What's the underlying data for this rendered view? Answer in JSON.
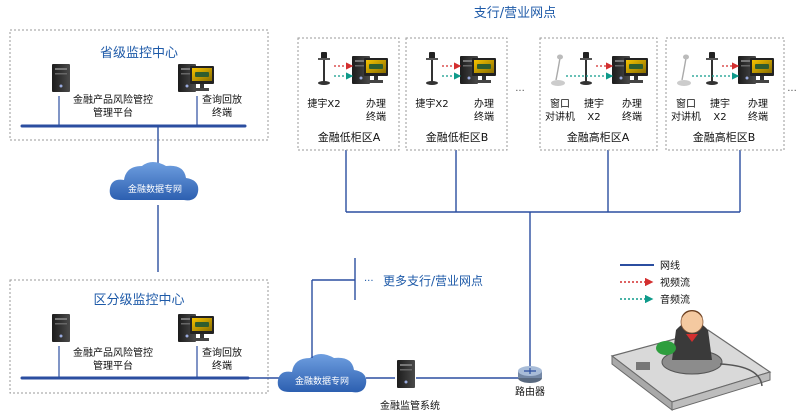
{
  "colors": {
    "title": "#1e5aa8",
    "net_line": "#2b4ea0",
    "video": "#d32f2f",
    "audio": "#0e9a8a",
    "dashed_border": "#9a9a9a",
    "cloud": "#3f76c8"
  },
  "provincial": {
    "title": "省级监控中心",
    "platform_label_1": "金融产品风险管控",
    "platform_label_2": "管理平台",
    "terminal_label_1": "查询回放",
    "terminal_label_2": "终端"
  },
  "district": {
    "title": "区分级监控中心",
    "platform_label_1": "金融产品风险管控",
    "platform_label_2": "管理平台",
    "terminal_label_1": "查询回放",
    "terminal_label_2": "终端"
  },
  "branch": {
    "title": "支行/营业网点",
    "more_label": "更多支行/营业网点",
    "ellipsis": "···",
    "zones": [
      {
        "name": "金融低柜区A",
        "device_1": "捷宇X2",
        "device_2_line1": "办理",
        "device_2_line2": "终端"
      },
      {
        "name": "金融低柜区B",
        "device_1": "捷宇X2",
        "device_2_line1": "办理",
        "device_2_line2": "终端"
      },
      {
        "name": "金融高柜区A",
        "device_0_line1": "窗口",
        "device_0_line2": "对讲机",
        "device_1_line1": "捷宇",
        "device_1_line2": "X2",
        "device_2_line1": "办理",
        "device_2_line2": "终端"
      },
      {
        "name": "金融高柜区B",
        "device_0_line1": "窗口",
        "device_0_line2": "对讲机",
        "device_1_line1": "捷宇",
        "device_1_line2": "X2",
        "device_2_line1": "办理",
        "device_2_line2": "终端"
      }
    ]
  },
  "network": {
    "cloud_label": "金融数据专网",
    "router_label": "路由器",
    "supervision_label": "金融监管系统"
  },
  "legend": {
    "net_line": "网线",
    "video_stream": "视频流",
    "audio_stream": "音频流"
  }
}
